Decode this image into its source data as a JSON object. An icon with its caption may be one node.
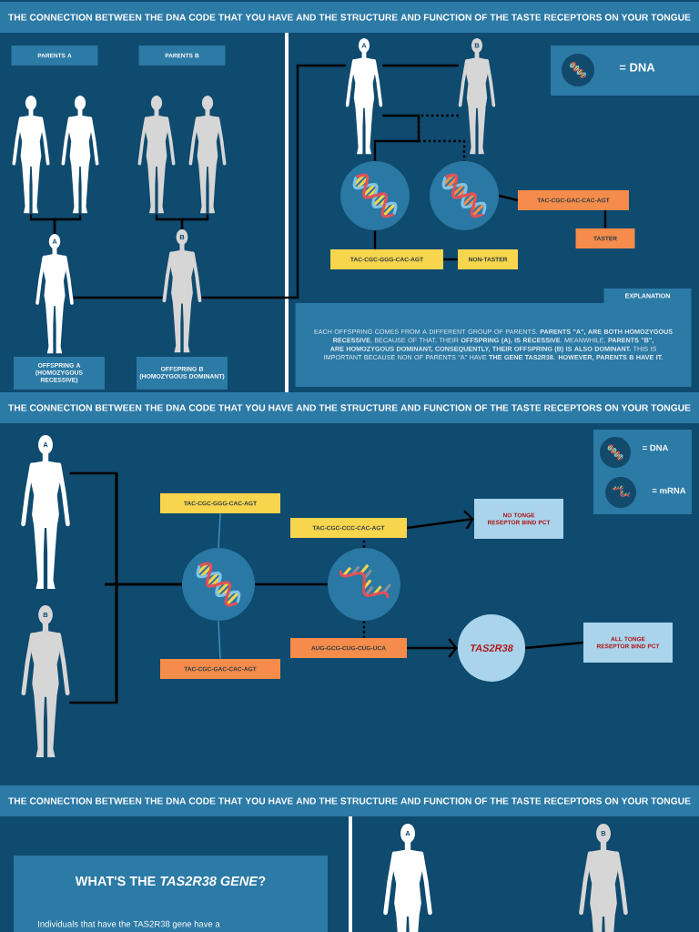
{
  "diagram": {
    "title": "THE CONNECTION BETWEEN THE DNA CODE THAT YOU HAVE AND THE STRUCTURE AND FUNCTION OF THE TASTE RECEPTORS ON YOUR TONGUE",
    "nodes": [
      {
        "text": [
          "PARENTS A"
        ]
      },
      {
        "text": [
          "PARENTS B"
        ]
      },
      {
        "text": [],
        "shape": "person"
      },
      {
        "text": [],
        "shape": "person"
      },
      {
        "text": [],
        "shape": "person"
      },
      {
        "text": [],
        "shape": "person"
      },
      {
        "text": [
          "A"
        ]
      },
      {
        "text": [
          "B"
        ]
      },
      {
        "text": [
          "OFFSPRING A (HOMOZYGOUS RECESSIVE)"
        ]
      },
      {
        "text": [
          "OFFSPRING B (HOMOZYGOUS DOMINANT)"
        ]
      },
      {
        "text": [
          "A"
        ]
      },
      {
        "text": [
          "B"
        ]
      },
      {
        "text": [],
        "shape": "circle"
      },
      {
        "text": [],
        "shape": "circle"
      },
      {
        "text": [
          "TAC-CGC-GAC-CAC-AGT"
        ]
      },
      {
        "text": [
          "TASTER"
        ]
      },
      {
        "text": [
          "TAC-CGC-GGG-CAC-AGT"
        ]
      },
      {
        "text": [
          "NON-TASTER"
        ]
      },
      {
        "text": [
          "EXPLANATION",
          "EACH OFFSPRING COMES FROM A DIFFERENT GROUP OF PARENTS. **PARENTS \"A\", ARE BOTH HOMOZYGOUS RECESSIVE**, BECAUSE OF THAT, THEIR **OFFSPRING (A), IS RECESSIVE**. MEANWHILE, **PARENTS \"B\", ARE HOMOZYGOUS DOMINANT, CONSEQUENTLY, THEIR OFFSPRING (B) IS ALSO DOMINANT.** THIS IS IMPORTANT BECAUSE NON OF PARENTS \"A\" HAVE **THE GENE TAS2R38. HOWEVER, PARENTS B HAVE IT.**"
        ]
      },
      {
        "text": [
          "A"
        ]
      },
      {
        "text": [
          "B"
        ]
      },
      {
        "text": [],
        "shape": "circle"
      },
      {
        "text": [
          "TAC-CGC-GGG-CAC-AGT"
        ]
      },
      {
        "text": [
          "TAC-CGC-GAC-CAC-AGT"
        ]
      },
      {
        "text": [],
        "shape": "circle"
      },
      {
        "text": [
          "TAC-CGC-CCC-CAC-AGT"
        ]
      },
      {
        "text": [
          "AUG-GCG-CUG-CUG-UCA"
        ]
      },
      {
        "text": [
          "NO TONGE RESEPTOR BIND PCT"
        ]
      },
      {
        "text": [
          "TAS2R38"
        ]
      },
      {
        "text": [
          "ALL TONGE RESEPTOR BIND PCT"
        ]
      },
      {
        "text": [
          "WHAT'S THE *TAS2R38 GENE*?",
          "Individuals that have the TAS2R38 gene have a"
        ]
      },
      {
        "text": [
          "A"
        ]
      },
      {
        "text": [
          "B"
        ]
      }
    ],
    "edges": [
      {
        "from": 2,
        "to": 6,
        "arrow": "none"
      },
      {
        "from": 3,
        "to": 6,
        "arrow": "none"
      },
      {
        "from": 4,
        "to": 7,
        "arrow": "none"
      },
      {
        "from": 5,
        "to": 7,
        "arrow": "none"
      },
      {
        "from": 6,
        "to": 7,
        "arrow": "none"
      },
      {
        "from": 7,
        "to": 10,
        "arrow": "none"
      },
      {
        "from": 10,
        "to": 11,
        "arrow": "none"
      },
      {
        "from": 10,
        "to": 12,
        "arrow": "none"
      },
      {
        "from": 11,
        "to": 13,
        "arrow": "none",
        "style": "dashed"
      },
      {
        "from": 13,
        "to": 14,
        "arrow": "none"
      },
      {
        "from": 14,
        "to": 15,
        "arrow": "none"
      },
      {
        "from": 12,
        "to": 16,
        "arrow": "none"
      },
      {
        "from": 16,
        "to": 17,
        "arrow": "none"
      },
      {
        "from": 19,
        "to": 21,
        "arrow": "none"
      },
      {
        "from": 20,
        "to": 21,
        "arrow": "none"
      },
      {
        "from": 21,
        "to": 22,
        "arrow": "none",
        "color": "#3f8fbf"
      },
      {
        "from": 21,
        "to": 23,
        "arrow": "none",
        "color": "#3f8fbf"
      },
      {
        "from": 21,
        "to": 24,
        "arrow": "none"
      },
      {
        "from": 24,
        "to": 25,
        "arrow": "none",
        "style": "dashed"
      },
      {
        "from": 24,
        "to": 26,
        "arrow": "none",
        "style": "dashed"
      },
      {
        "from": 25,
        "to": 27,
        "arrow": "to"
      },
      {
        "from": 26,
        "to": 28,
        "arrow": "to"
      },
      {
        "from": 28,
        "to": 29,
        "arrow": "none"
      }
    ],
    "labels": [
      "THE CONNECTION BETWEEN THE DNA CODE THAT YOU HAVE AND THE STRUCTURE AND FUNCTION OF THE TASTE RECEPTORS ON YOUR TONGUE",
      "THE CONNECTION BETWEEN THE DNA CODE THAT YOU HAVE AND THE STRUCTURE AND FUNCTION OF THE TASTE RECEPTORS ON YOUR TONGUE"
    ],
    "legend": [
      {
        "text": "= DNA"
      },
      {
        "text": "= DNA"
      },
      {
        "text": "= mRNA"
      }
    ]
  }
}
